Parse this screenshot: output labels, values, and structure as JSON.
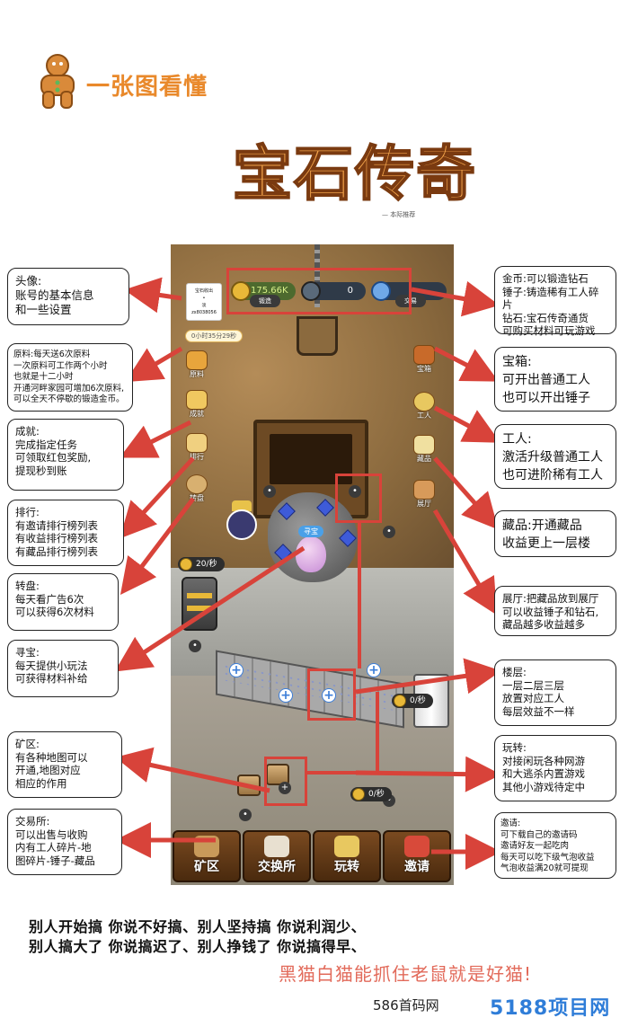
{
  "header": {
    "logo_text": "一张图看懂",
    "title": "宝石传奇",
    "sub": "— 本际推荐"
  },
  "game": {
    "avatar_lines": [
      "宝石收出",
      "•",
      "淡",
      "zx8038056"
    ],
    "gold_value": "175.66K",
    "hammer_value": "0",
    "gold_sub": "锻造",
    "diamond_sub": "交易",
    "timer": "0小时35分29秒",
    "rate_top": "20/秒",
    "rate_mid": "0/秒",
    "rate_low": "0/秒",
    "xunbao_tag": "寻宝",
    "left_buttons": [
      "原料",
      "成就",
      "排行",
      "转盘"
    ],
    "right_buttons": [
      "宝箱",
      "工人",
      "藏品",
      "展厅"
    ],
    "nav": [
      "矿区",
      "交换所",
      "玩转",
      "邀请"
    ]
  },
  "annotations": {
    "avatar": "头像:\n账号的基本信息\n和一些设置",
    "material": "原料:每天送6次原料\n一次原料可工作两个小时\n也就是十二小时\n开通河畔家园可增加6次原料,\n可以全天不停歇的锻造金币。",
    "achievement": "成就:\n完成指定任务\n可领取红包奖励,\n提现秒到账",
    "ranking": "排行:\n有邀请排行榜列表\n有收益排行榜列表\n有藏品排行榜列表",
    "wheel": "转盘:\n每天看广告6次\n可以获得6次材料",
    "treasure": "寻宝:\n每天提供小玩法\n可获得材料补给",
    "mine": "矿区:\n有各种地图可以\n开通,地图对应\n相应的作用",
    "exchange": "交易所:\n可以出售与收购\n内有工人碎片-地\n图碎片-锤子-藏品",
    "currency": "金币:可以锻造钻石\n锤子:铸造稀有工人碎片\n钻石:宝石传奇通货\n可购买材料可玩游戏",
    "chest": "宝箱:\n可开出普通工人\n也可以开出锤子",
    "worker": "工人:\n激活升级普通工人\n也可进阶稀有工人",
    "collection": "藏品:开通藏品\n收益更上一层楼",
    "hall": "展厅:把藏品放到展厅\n可以收益锤子和钻石,\n藏品越多收益越多",
    "floor": "楼层:\n一层二层三层\n放置对应工人\n每层效益不一样",
    "play": "玩转:\n对接闲玩各种网游\n和大逃杀内置游戏\n其他小游戏待定中",
    "invite": "邀请:\n可下载自己的邀请码\n邀请好友一起吃肉\n每天可以吃下级气泡收益\n气泡收益满20就可提现"
  },
  "footer": {
    "line1": "别人开始搞 你说不好搞、别人坚持搞 你说利润少、",
    "line2": "别人搞大了 你说搞迟了、别人挣钱了 你说搞得早、",
    "slogan": "黑猫白猫能抓住老鼠就是好猫!",
    "watermark1": "586首码网",
    "watermark2": "5188项目网"
  },
  "colors": {
    "accent_orange": "#e9892b",
    "title_fill": "#f0a24a",
    "highlight_red": "#d8433a",
    "arrow_red": "#d8433a",
    "slogan_red": "#e26a5a",
    "watermark_blue": "#2f7dd8"
  }
}
